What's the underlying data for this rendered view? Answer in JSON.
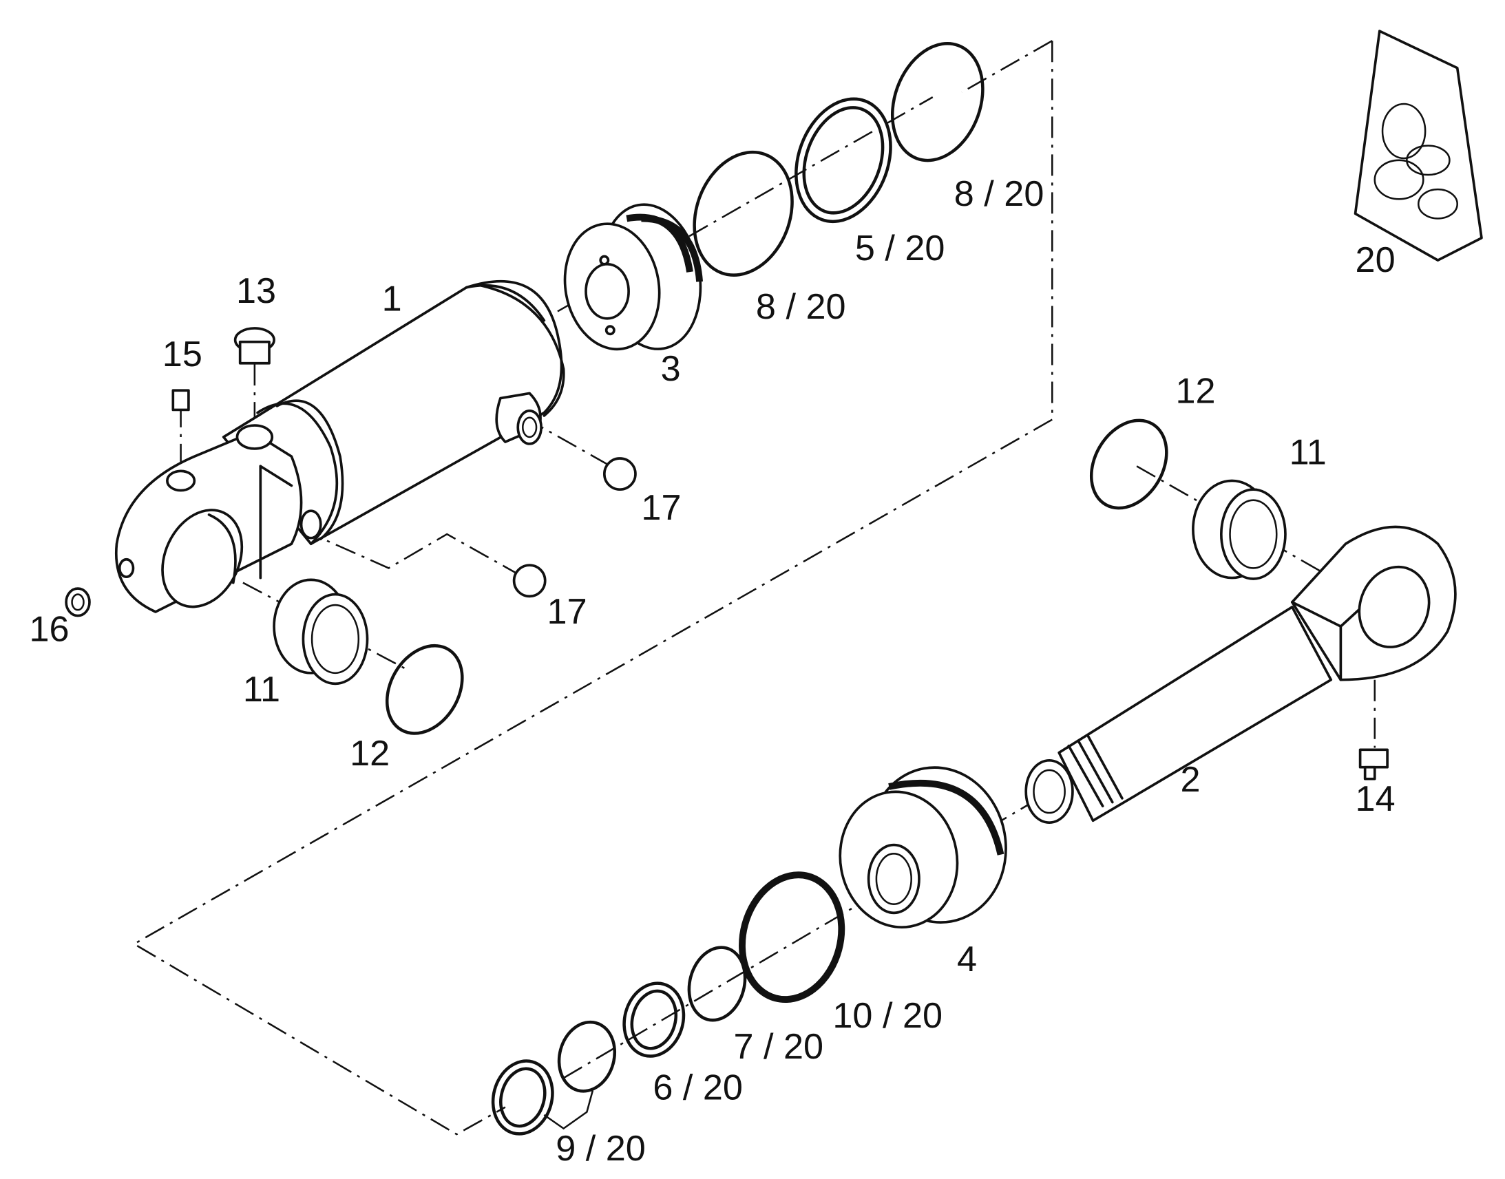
{
  "callouts": [
    {
      "id": "c-1",
      "text": "1"
    },
    {
      "id": "c-2",
      "text": "2"
    },
    {
      "id": "c-3",
      "text": "3"
    },
    {
      "id": "c-4",
      "text": "4"
    },
    {
      "id": "c-5",
      "text": "5 / 20"
    },
    {
      "id": "c-6",
      "text": "6 / 20"
    },
    {
      "id": "c-7",
      "text": "7 / 20"
    },
    {
      "id": "c-8a",
      "text": "8 / 20"
    },
    {
      "id": "c-8b",
      "text": "8 / 20"
    },
    {
      "id": "c-9",
      "text": "9 / 20"
    },
    {
      "id": "c-10",
      "text": "10 / 20"
    },
    {
      "id": "c-11a",
      "text": "11"
    },
    {
      "id": "c-11b",
      "text": "11"
    },
    {
      "id": "c-12a",
      "text": "12"
    },
    {
      "id": "c-12b",
      "text": "12"
    },
    {
      "id": "c-13",
      "text": "13"
    },
    {
      "id": "c-14",
      "text": "14"
    },
    {
      "id": "c-15",
      "text": "15"
    },
    {
      "id": "c-16",
      "text": "16"
    },
    {
      "id": "c-17a",
      "text": "17"
    },
    {
      "id": "c-17b",
      "text": "17"
    },
    {
      "id": "c-20",
      "text": "20"
    }
  ]
}
